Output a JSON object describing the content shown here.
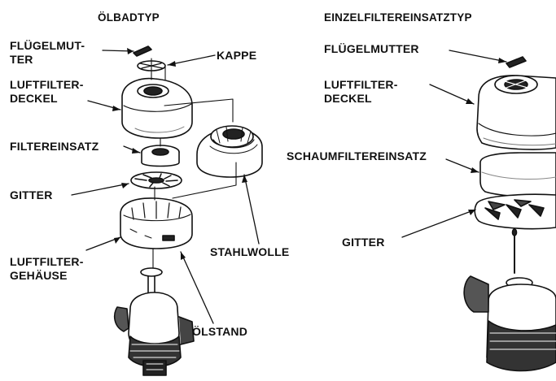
{
  "left": {
    "title": "ÖLBADTYP",
    "labels": {
      "fluegelmutter": "FLÜGELMUT-\nTER",
      "kappe": "KAPPE",
      "deckel": "LUFTFILTER-\nDECKEL",
      "filtereinsatz": "FILTEREINSATZ",
      "gitter": "GITTER",
      "gehaeuse": "LUFTFILTER-\nGEHÄUSE",
      "stahlwolle": "STAHLWOLLE",
      "oelstand": "ÖLSTAND"
    }
  },
  "right": {
    "title": "EINZELFILTEREINSATZTYP",
    "labels": {
      "fluegelmutter": "FLÜGELMUTTER",
      "deckel": "LUFTFILTER-\nDECKEL",
      "schaumfilter": "SCHAUMFILTEREINSATZ",
      "gitter": "GITTER"
    }
  }
}
